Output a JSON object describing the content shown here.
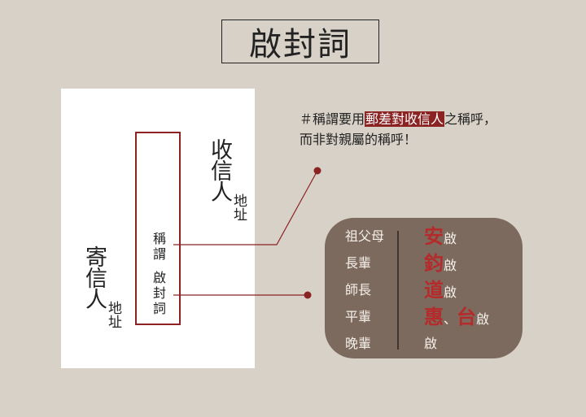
{
  "title": "啟封詞",
  "envelope": {
    "recipient_address": "收信人",
    "recipient_address_suffix": "地址",
    "sender_address": "寄信人",
    "sender_address_suffix": "地址",
    "center_col1": "稱謂",
    "center_col2": "啟封詞"
  },
  "note": {
    "prefix": "＃稱謂要用",
    "highlight": "郵差對收信人",
    "suffix": "之稱呼，",
    "line2": "而非對親屬的稱呼！"
  },
  "table": {
    "rows": [
      {
        "label": "祖父母",
        "red1": "安",
        "sep": "",
        "red2": "",
        "rest": "啟"
      },
      {
        "label": "長輩",
        "red1": "鈞",
        "sep": "",
        "red2": "",
        "rest": "啟"
      },
      {
        "label": "師長",
        "red1": "道",
        "sep": "",
        "red2": "",
        "rest": "啟"
      },
      {
        "label": "平輩",
        "red1": "惠",
        "sep": "、",
        "red2": "台",
        "rest": "啟"
      },
      {
        "label": "晚輩",
        "red1": "",
        "sep": "",
        "red2": "",
        "rest": "啟"
      }
    ]
  },
  "colors": {
    "background": "#d8d1c7",
    "accent": "#8b2323",
    "table_bg": "#7d6a5e"
  }
}
